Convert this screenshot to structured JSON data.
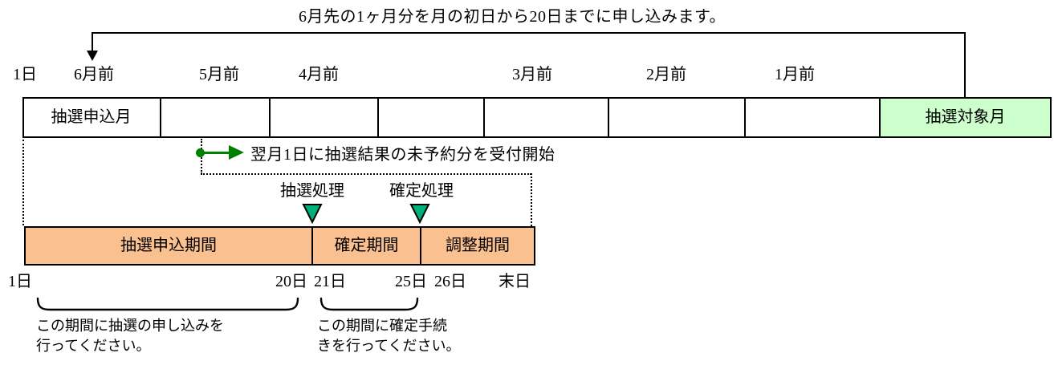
{
  "colors": {
    "target_month_bg": "#ccffcc",
    "period_row_bg": "#fac090",
    "process_marker_fill": "#00b07a",
    "connector_green": "#008000",
    "line_black": "#000000"
  },
  "top_note": "6月先の1ヶ月分を月の初日から20日までに申し込みます。",
  "month_axis": {
    "labels": [
      {
        "text": "1日"
      },
      {
        "text": "6月前"
      },
      {
        "text": "5月前"
      },
      {
        "text": "4月前"
      },
      {
        "text": "3月前"
      },
      {
        "text": "2月前"
      },
      {
        "text": "1月前"
      }
    ]
  },
  "month_row": {
    "application_month": "抽選申込月",
    "target_month": "抽選対象月"
  },
  "reception_note": "翌月1日に抽選結果の未予約分を受付開始",
  "process_markers": {
    "lottery": "抽選処理",
    "confirmation": "確定処理"
  },
  "period_row": {
    "application": "抽選申込期間",
    "confirmation": "確定期間",
    "adjustment": "調整期間"
  },
  "date_axis": {
    "labels": [
      {
        "text": "1日"
      },
      {
        "text": "20日"
      },
      {
        "text": "21日"
      },
      {
        "text": "25日"
      },
      {
        "text": "26日"
      },
      {
        "text": "末日"
      }
    ]
  },
  "footnotes": {
    "application": {
      "line1": "この期間に抽選の申し込みを",
      "line2": "行ってください。"
    },
    "confirmation": {
      "line1": "この期間に確定手続",
      "line2": "きを行ってください。"
    }
  }
}
